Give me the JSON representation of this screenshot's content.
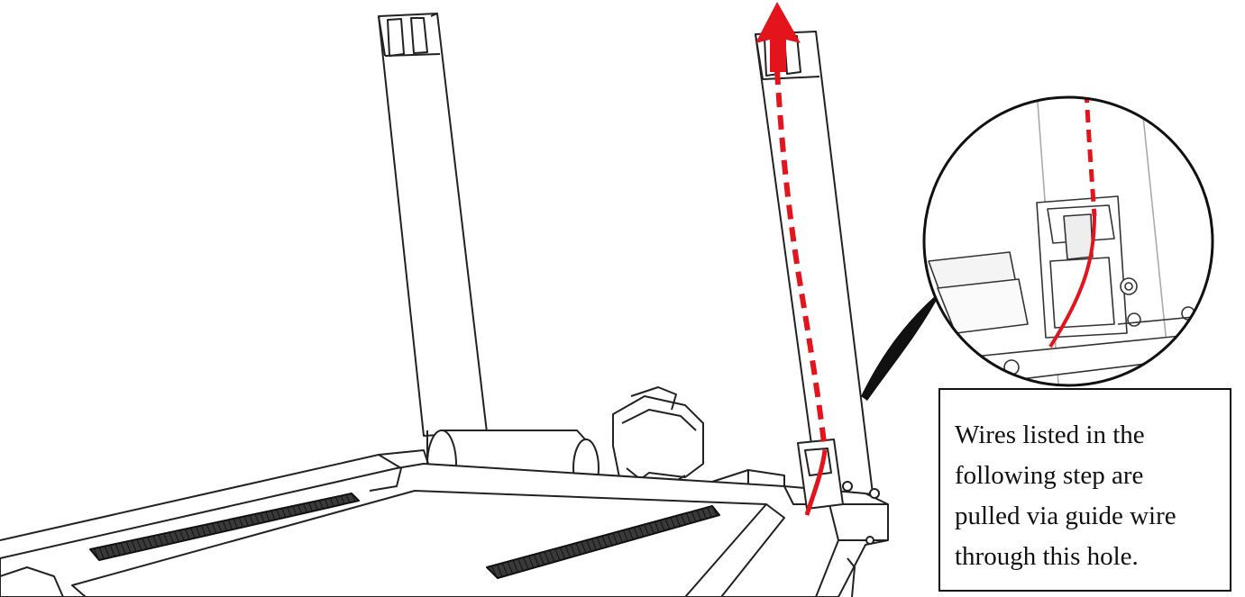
{
  "figure": {
    "callout_text_lines": [
      "Wires listed in the",
      "following step are",
      "pulled via guide wire",
      "through this hole."
    ],
    "colors": {
      "line_art": "#222222",
      "wire_path": "#e3141b",
      "tread_texture": "#2a2a2a",
      "background": "#ffffff"
    },
    "icons": {
      "pull_direction": "arrow-up-icon",
      "detail_view": "magnifier-circle-icon"
    }
  }
}
